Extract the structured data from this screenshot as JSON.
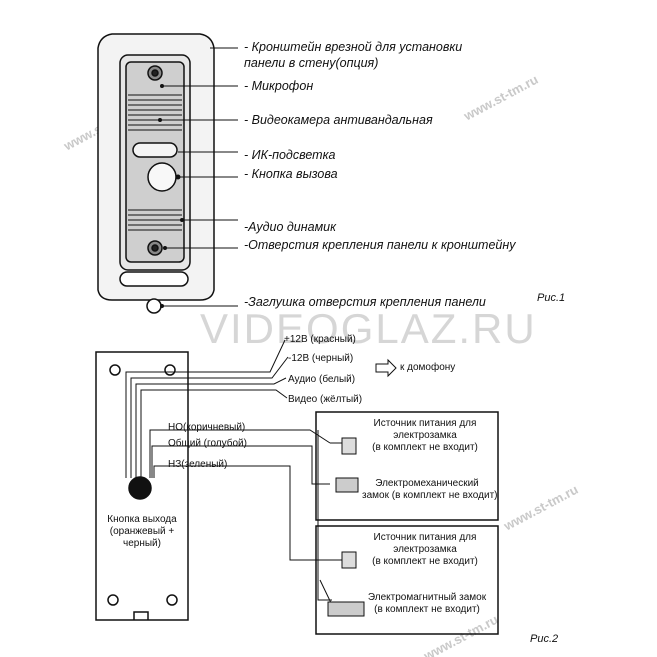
{
  "fig1": {
    "labels": [
      "- Кронштейн врезной для установки",
      "панели в стену(опция)",
      "- Микрофон",
      "- Видеокамера антивандальная",
      "- ИК-подсветка",
      "- Кнопка вызова",
      "-Аудио динамик",
      "-Отверстия крепления панели к кронштейну",
      "-Заглушка отверстия крепления панели"
    ],
    "caption": "Рис.1"
  },
  "fig2": {
    "wires": [
      "+12В (красный)",
      "-12В (черный)",
      "Аудио (белый)",
      "Видео (жёлтый)"
    ],
    "to_intercom": "к домофону",
    "switch_wires": [
      "НО(коричневый)",
      "Общий (голубой)",
      "НЗ(зеленый)"
    ],
    "exit_button": [
      "Кнопка выхода",
      "(оранжевый +",
      "черный)"
    ],
    "box1": {
      "psu": [
        "Источник питания для",
        "электрозамка",
        "(в комплект не входит)"
      ],
      "lock": [
        "Электромеханический",
        "замок (в комплект не входит)"
      ]
    },
    "box2": {
      "psu": [
        "Источник питания для",
        "электрозамка",
        "(в комплект не входит)"
      ],
      "lock": [
        "Электромагнитный замок",
        "(в комплект не входит)"
      ]
    },
    "caption": "Рис.2"
  },
  "watermarks": {
    "big": "VIDEOGLAZ.RU",
    "small": "www.st-tm.ru"
  }
}
